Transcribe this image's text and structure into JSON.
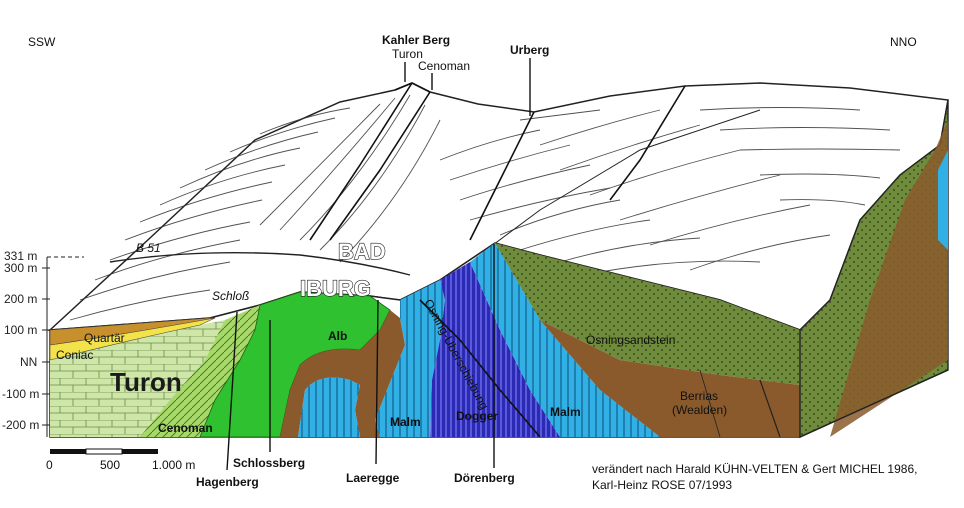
{
  "orientation": {
    "left": "SSW",
    "right": "NNO"
  },
  "peaks": {
    "kahler_berg": "Kahler Berg",
    "turon": "Turon",
    "cenoman": "Cenoman",
    "urberg": "Urberg"
  },
  "road": "B 51",
  "town": {
    "line1": "BAD",
    "line2": "IBURG"
  },
  "schloss": "Schloß",
  "elevation_scale": [
    "331 m",
    "300 m",
    "200 m",
    "100 m",
    "NN",
    "-100 m",
    "-200 m"
  ],
  "layers": {
    "quartaer": "Quartär",
    "coniac": "Coniac",
    "turon": "Turon",
    "cenoman": "Cenoman",
    "alb": "Alb",
    "malm_left": "Malm",
    "dogger": "Dogger",
    "malm_right": "Malm",
    "osning": "Osningsandstein",
    "berrias_1": "Berrias",
    "berrias_2": "(Wealden)",
    "fault": "Osning-Überschiebung"
  },
  "scale_bar": {
    "start": "0",
    "mid": "500",
    "end": "1.000 m"
  },
  "bottom_labels": {
    "hagenberg": "Hagenberg",
    "schlossberg": "Schlossberg",
    "laeregge": "Laeregge",
    "doerenberg": "Dörenberg"
  },
  "credit": {
    "line1": "verändert nach Harald KÜHN-VELTEN & Gert MICHEL 1986,",
    "line2": "Karl-Heinz ROSE 07/1993"
  },
  "colors": {
    "quartaer": "#c8902c",
    "coniac": "#f3e24a",
    "turon": "#cfe6a9",
    "cenoman": "#a6d86a",
    "alb": "#2fc12f",
    "wealden": "#8a5a2c",
    "malm": "#31b0e6",
    "dogger": "#2a2ab4",
    "osning": "#6f8b3c"
  }
}
